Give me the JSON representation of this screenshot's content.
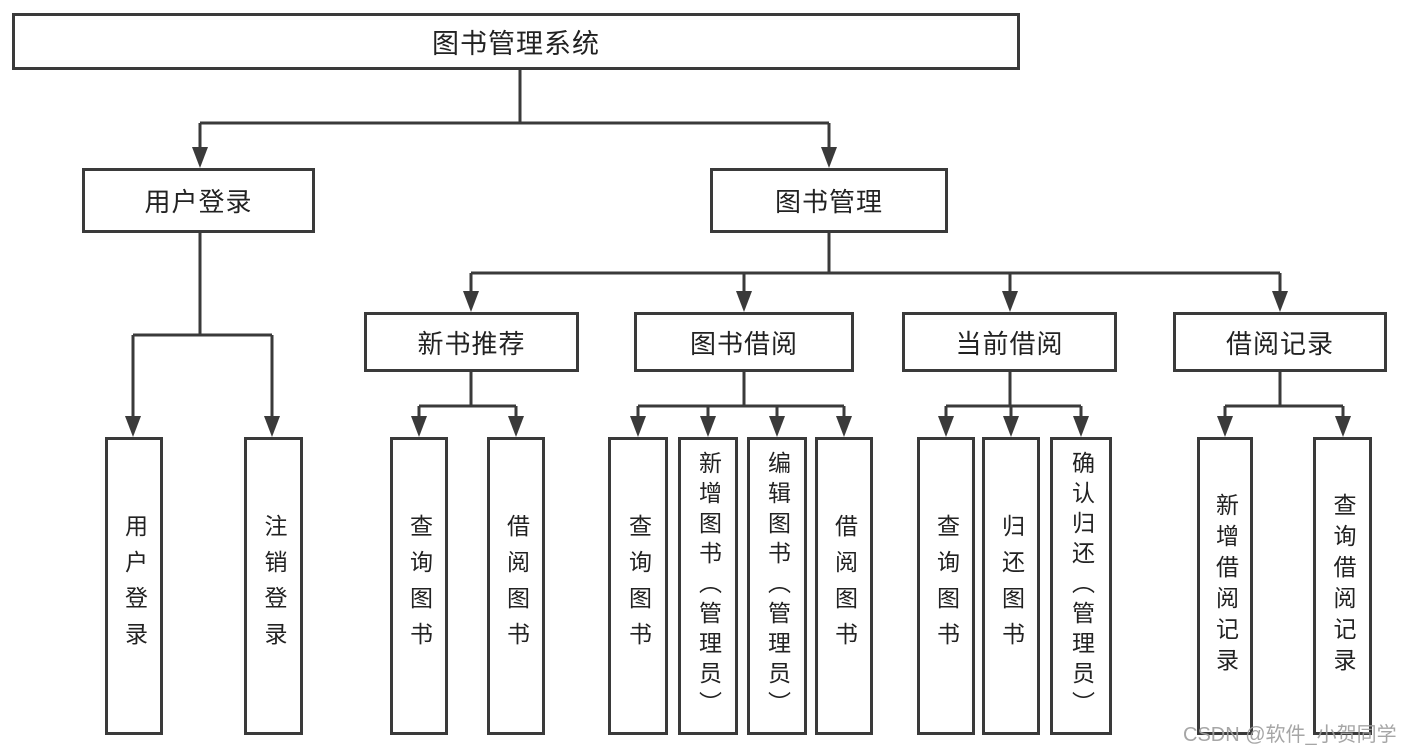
{
  "tree": {
    "root": {
      "label": "图书管理系统",
      "children": [
        {
          "label": "用户登录",
          "children": [
            {
              "label": "用户登录"
            },
            {
              "label": "注销登录"
            }
          ]
        },
        {
          "label": "图书管理",
          "children": [
            {
              "label": "新书推荐",
              "children": [
                {
                  "label": "查询图书"
                },
                {
                  "label": "借阅图书"
                }
              ]
            },
            {
              "label": "图书借阅",
              "children": [
                {
                  "label": "查询图书"
                },
                {
                  "label": "新增图书（管理员）"
                },
                {
                  "label": "编辑图书（管理员）"
                },
                {
                  "label": "借阅图书"
                }
              ]
            },
            {
              "label": "当前借阅",
              "children": [
                {
                  "label": "查询图书"
                },
                {
                  "label": "归还图书"
                },
                {
                  "label": "确认归还（管理员）"
                }
              ]
            },
            {
              "label": "借阅记录",
              "children": [
                {
                  "label": "新增借阅记录"
                },
                {
                  "label": "查询借阅记录"
                }
              ]
            }
          ]
        }
      ]
    }
  },
  "watermark": "CSDN @软件_小贺同学",
  "colors": {
    "line": "#3a3a3a",
    "text": "#222222",
    "box_background": "#ffffff",
    "watermark": "#9e9e9e",
    "background": "#ffffff"
  }
}
